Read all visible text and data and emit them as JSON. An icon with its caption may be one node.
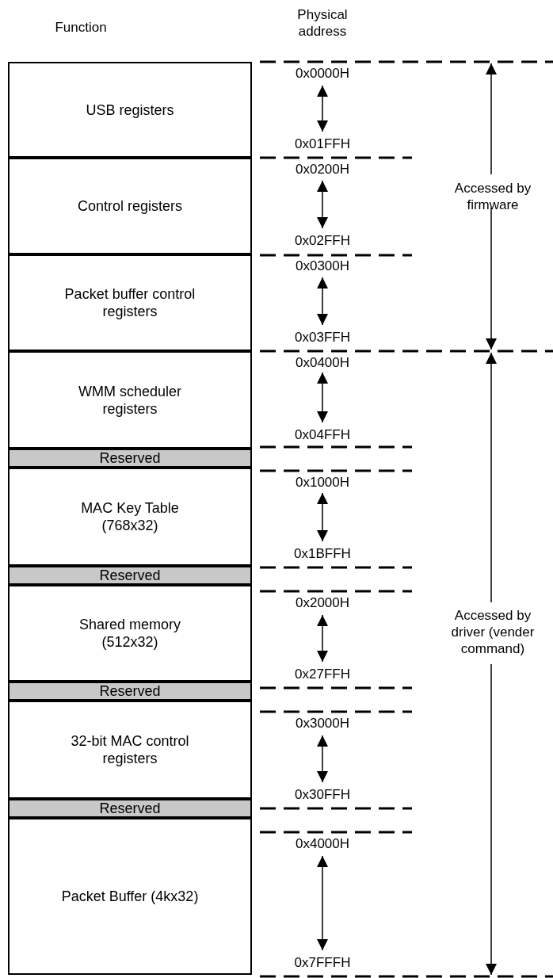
{
  "diagram": {
    "nodes": [
      {
        "text": [
          "USB registers"
        ]
      },
      {
        "text": [
          "Control registers"
        ]
      },
      {
        "text": [
          "Packet buffer control registers"
        ]
      },
      {
        "text": [
          "WMM scheduler registers"
        ]
      },
      {
        "text": [
          "Reserved"
        ]
      },
      {
        "text": [
          "MAC Key Table (768x32)"
        ]
      },
      {
        "text": [
          "Reserved"
        ]
      },
      {
        "text": [
          "Shared memory (512x32)"
        ]
      },
      {
        "text": [
          "Reserved"
        ]
      },
      {
        "text": [
          "32-bit MAC control registers"
        ]
      },
      {
        "text": [
          "Reserved"
        ]
      },
      {
        "text": [
          "Packet Buffer (4kx32)"
        ]
      }
    ],
    "labels": [
      "Function",
      "Physical address",
      "0x0000H",
      "0x01FFH",
      "0x0200H",
      "Accessed by firmware",
      "0x02FFH",
      "0x0300H",
      "0x03FFH",
      "0x0400H",
      "0x04FFH",
      "0x1000H",
      "0x1BFFH",
      "0x2000H",
      "Accessed by driver (vender command)",
      "0x27FFH",
      "0x3000H",
      "0x30FFH",
      "0x4000H",
      "0x7FFFH"
    ]
  }
}
